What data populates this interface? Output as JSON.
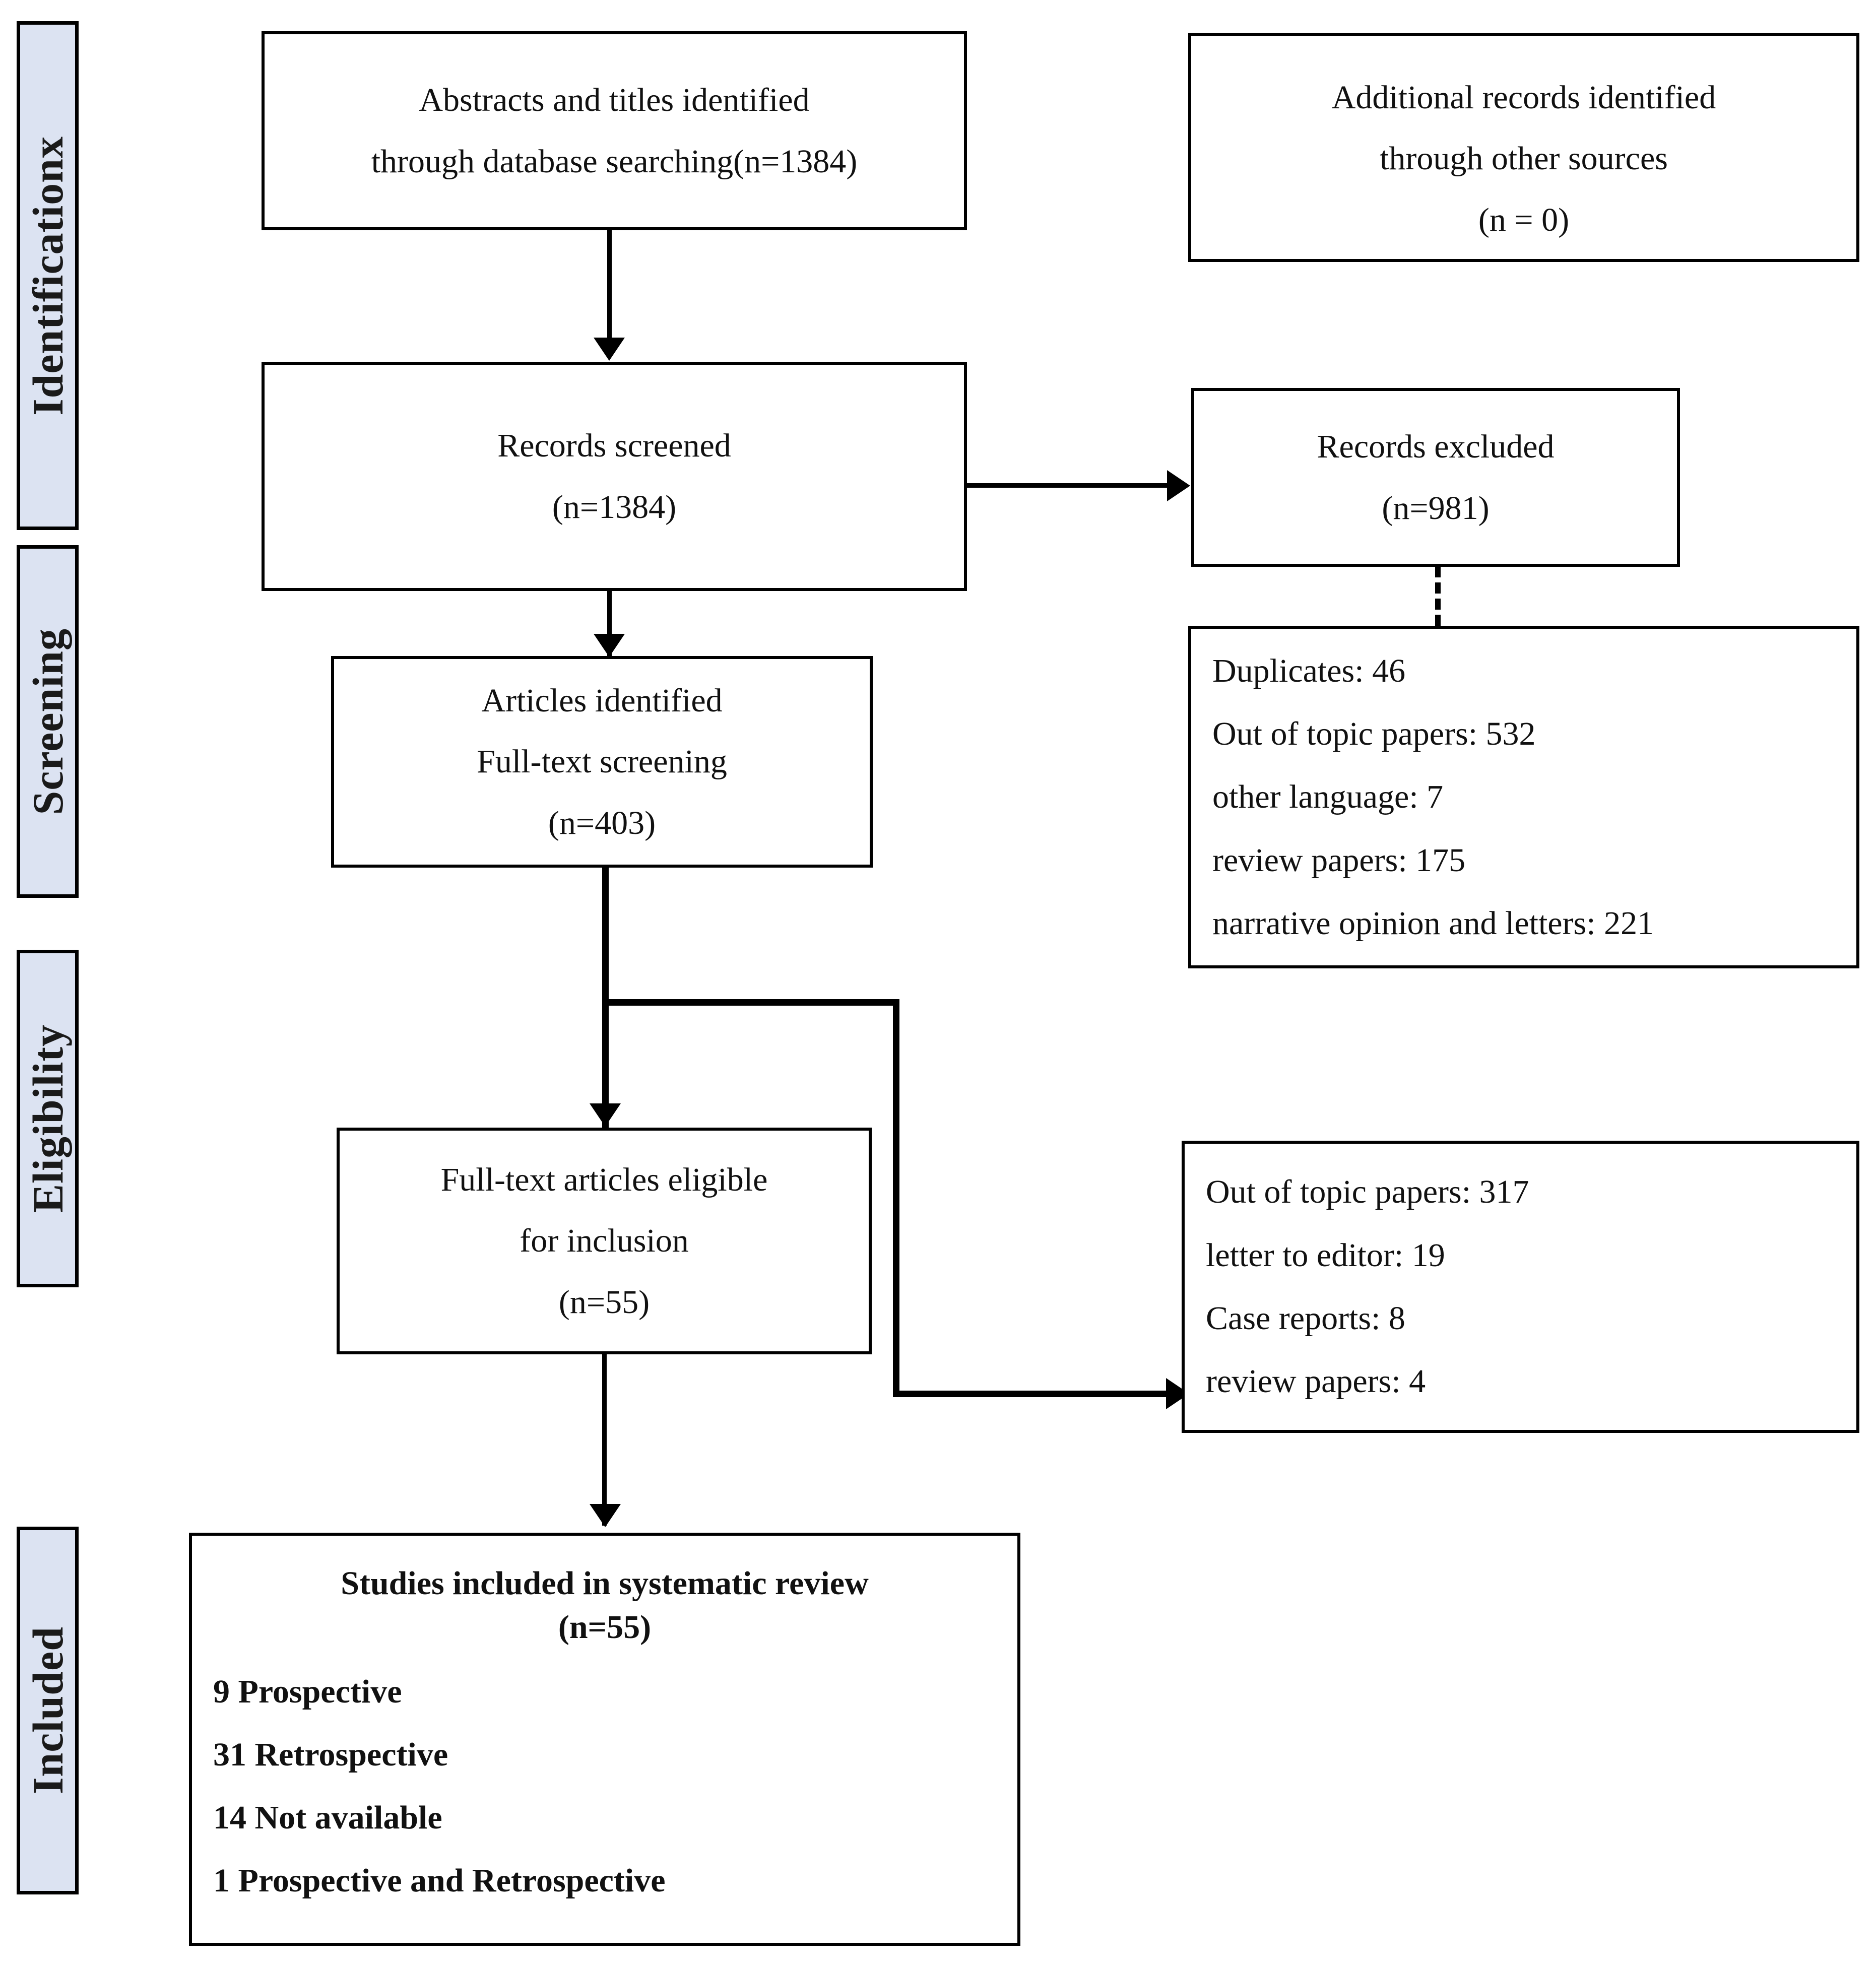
{
  "diagram": {
    "type": "prisma-flow-diagram",
    "title": "PRISMA study selection flow diagram",
    "accent_color": "#dce3f2",
    "line_color": "#000000"
  },
  "stages": [
    {
      "label": "Identificationx",
      "name": "stage-identification"
    },
    {
      "label": "Screening",
      "name": "stage-screening"
    },
    {
      "label": "Eligibility",
      "name": "stage-eligibility"
    },
    {
      "label": "Included",
      "name": "stage-included"
    }
  ],
  "nodes": {
    "database_search": {
      "lines": [
        "Abstracts and titles identified",
        "through database searching(n=1384)"
      ],
      "count": 1384
    },
    "other_sources": {
      "lines": [
        "Additional records identified",
        "through other sources",
        "(n = 0)"
      ],
      "count": 0
    },
    "records_screened": {
      "lines": [
        "Records screened",
        "(n=1384)"
      ],
      "count": 1384
    },
    "records_excluded": {
      "lines": [
        "Records excluded",
        "(n=981)"
      ],
      "count": 981
    },
    "screening_exclusion_reasons": {
      "lines": [
        "Duplicates: 46",
        "Out of topic papers: 532",
        "other language: 7",
        "review  papers: 175",
        "narrative opinion and letters: 221"
      ]
    },
    "articles_identified": {
      "lines": [
        "Articles identified",
        "Full-text screening",
        "(n=403)"
      ],
      "count": 403
    },
    "eligible_articles": {
      "lines": [
        "Full-text articles eligible",
        "for inclusion",
        "(n=55)"
      ],
      "count": 55
    },
    "eligibility_exclusion_reasons": {
      "lines": [
        "Out of topic papers: 317",
        "letter to editor: 19",
        "Case reports: 8",
        "review papers: 4"
      ]
    },
    "included_studies": {
      "lines": [
        "Studies included in systematic review",
        "(n=55)",
        "9 Prospective",
        "31 Retrospective",
        "14 Not available",
        "1 Prospective  and Retrospective"
      ],
      "count": 55
    }
  },
  "chart_data": {
    "type": "table",
    "title": "PRISMA flow counts",
    "categories": [
      "Records identified through database searching",
      "Additional records identified through other sources",
      "Records screened",
      "Records excluded",
      "Articles identified for full-text screening",
      "Full-text articles eligible for inclusion",
      "Studies included in systematic review"
    ],
    "values": [
      1384,
      0,
      1384,
      981,
      403,
      55,
      55
    ],
    "screening_exclusions": {
      "categories": [
        "Duplicates",
        "Out of topic papers",
        "other language",
        "review papers",
        "narrative opinion and letters"
      ],
      "values": [
        46,
        532,
        7,
        175,
        221
      ]
    },
    "eligibility_exclusions": {
      "categories": [
        "Out of topic papers",
        "letter to editor",
        "Case reports",
        "review papers"
      ],
      "values": [
        317,
        19,
        8,
        4
      ]
    },
    "included_study_designs": {
      "categories": [
        "Prospective",
        "Retrospective",
        "Not available",
        "Prospective and Retrospective"
      ],
      "values": [
        9,
        31,
        14,
        1
      ]
    }
  }
}
